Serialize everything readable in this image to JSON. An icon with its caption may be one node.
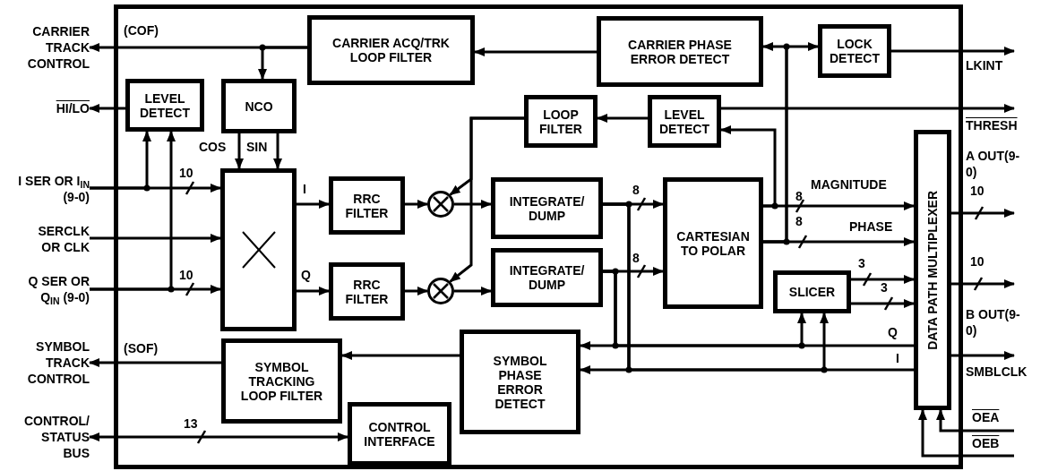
{
  "diagram": {
    "nodes": [
      {
        "text": [],
        "shape": "box"
      },
      {
        "text": [
          "CARRIER TRACK CONTROL"
        ]
      },
      {
        "text": [
          "HI/LO"
        ]
      },
      {
        "text": [
          "I SER OR I$_{IN}$ (9-0)"
        ]
      },
      {
        "text": [
          "SERCLK OR CLK"
        ]
      },
      {
        "text": [
          "Q SER OR Q$_{IN}$ (9-0)"
        ]
      },
      {
        "text": [
          "SYMBOL TRACK CONTROL"
        ]
      },
      {
        "text": [
          "CONTROL/ STATUS BUS"
        ]
      },
      {
        "text": [
          "CARRIER ACQ/TRK LOOP FILTER"
        ],
        "in": 0
      },
      {
        "text": [
          "CARRIER PHASE ERROR DETECT"
        ],
        "in": 0
      },
      {
        "text": [
          "LOCK DETECT"
        ],
        "in": 0
      },
      {
        "text": [
          "LEVEL DETECT"
        ],
        "in": 0
      },
      {
        "text": [
          "NCO"
        ],
        "in": 0
      },
      {
        "text": [
          "LOOP FILTER"
        ],
        "in": 0
      },
      {
        "text": [
          "LEVEL DETECT"
        ],
        "in": 0
      },
      {
        "text": [],
        "shape": "box",
        "in": 0
      },
      {
        "text": [
          "RRC FILTER"
        ],
        "in": 0
      },
      {
        "text": [],
        "shape": "circle",
        "in": 0
      },
      {
        "text": [
          "INTEGRATE/ DUMP"
        ],
        "in": 0
      },
      {
        "text": [
          "CARTESIAN TO POLAR"
        ],
        "in": 0
      },
      {
        "text": [
          "RRC FILTER"
        ],
        "in": 0
      },
      {
        "text": [],
        "shape": "circle",
        "in": 0
      },
      {
        "text": [
          "INTEGRATE/ DUMP"
        ],
        "in": 0
      },
      {
        "text": [
          "SLICER"
        ],
        "in": 0
      },
      {
        "text": [
          "DATA PATH MULTIPLEXER"
        ],
        "in": 0
      },
      {
        "text": [
          "SYMBOL TRACKING LOOP FILTER"
        ],
        "in": 0
      },
      {
        "text": [
          "SYMBOL PHASE ERROR DETECT"
        ],
        "in": 0
      },
      {
        "text": [
          "CONTROL INTERFACE"
        ],
        "in": 0
      },
      {
        "text": [
          "LKINT"
        ]
      },
      {
        "text": [
          "THRESH"
        ]
      },
      {
        "text": [
          "A OUT(9-0)"
        ]
      },
      {
        "text": [
          "B OUT(9-0)"
        ]
      },
      {
        "text": [
          "SMBLCLK"
        ]
      },
      {
        "text": [
          "OEA"
        ]
      },
      {
        "text": [
          "OEB"
        ]
      }
    ],
    "edges": [
      {
        "from": 8,
        "to": 1,
        "arrow": "to"
      },
      {
        "from": 8,
        "to": 12,
        "arrow": "to"
      },
      {
        "from": 9,
        "to": 8,
        "arrow": "to"
      },
      {
        "from": 19,
        "to": 9,
        "arrow": "to"
      },
      {
        "from": 19,
        "to": 10,
        "arrow": "to"
      },
      {
        "from": 19,
        "to": 24,
        "arrow": "to",
        "label": "PHASE"
      },
      {
        "from": 19,
        "to": 24,
        "arrow": "to",
        "label": "MAGNITUDE"
      },
      {
        "from": 19,
        "to": 14,
        "arrow": "to"
      },
      {
        "from": 14,
        "to": 13,
        "arrow": "to"
      },
      {
        "from": 14,
        "to": 29,
        "arrow": "to"
      },
      {
        "from": 13,
        "to": 17,
        "arrow": "to"
      },
      {
        "from": 13,
        "to": 21,
        "arrow": "to"
      },
      {
        "from": 10,
        "to": 28,
        "arrow": "to"
      },
      {
        "from": 11,
        "to": 2,
        "arrow": "to"
      },
      {
        "from": 3,
        "to": 15,
        "arrow": "to"
      },
      {
        "from": 3,
        "to": 11,
        "arrow": "to"
      },
      {
        "from": 5,
        "to": 15,
        "arrow": "to"
      },
      {
        "from": 5,
        "to": 11,
        "arrow": "to"
      },
      {
        "from": 4,
        "to": 15,
        "arrow": "to"
      },
      {
        "from": 12,
        "to": 15,
        "arrow": "to",
        "label": "COS"
      },
      {
        "from": 12,
        "to": 15,
        "arrow": "to",
        "label": "SIN"
      },
      {
        "from": 15,
        "to": 16,
        "arrow": "to",
        "label": "I"
      },
      {
        "from": 15,
        "to": 20,
        "arrow": "to",
        "label": "Q"
      },
      {
        "from": 16,
        "to": 17,
        "arrow": "to"
      },
      {
        "from": 17,
        "to": 18,
        "arrow": "to"
      },
      {
        "from": 20,
        "to": 21,
        "arrow": "to"
      },
      {
        "from": 21,
        "to": 22,
        "arrow": "to"
      },
      {
        "from": 18,
        "to": 19,
        "arrow": "to"
      },
      {
        "from": 22,
        "to": 19,
        "arrow": "to"
      },
      {
        "from": 18,
        "to": 26,
        "arrow": "to"
      },
      {
        "from": 18,
        "to": 24,
        "arrow": "none",
        "label": "I"
      },
      {
        "from": 18,
        "to": 23,
        "arrow": "to"
      },
      {
        "from": 22,
        "to": 26,
        "arrow": "to"
      },
      {
        "from": 22,
        "to": 24,
        "arrow": "none",
        "label": "Q"
      },
      {
        "from": 22,
        "to": 23,
        "arrow": "to"
      },
      {
        "from": 23,
        "to": 24,
        "arrow": "to"
      },
      {
        "from": 23,
        "to": 24,
        "arrow": "to"
      },
      {
        "from": 26,
        "to": 25,
        "arrow": "to"
      },
      {
        "from": 25,
        "to": 6,
        "arrow": "to"
      },
      {
        "from": 7,
        "to": 27,
        "arrow": "both"
      },
      {
        "from": 24,
        "to": 30,
        "arrow": "to"
      },
      {
        "from": 24,
        "to": 31,
        "arrow": "to"
      },
      {
        "from": 24,
        "to": 32,
        "arrow": "to"
      },
      {
        "from": 33,
        "to": 24,
        "arrow": "to"
      },
      {
        "from": 34,
        "to": 24,
        "arrow": "to"
      }
    ],
    "labels": [
      "(COF)",
      "10",
      "10",
      "8",
      "8",
      "8",
      "8",
      "3",
      "3",
      "10",
      "10",
      "(SOF)",
      "13"
    ]
  }
}
